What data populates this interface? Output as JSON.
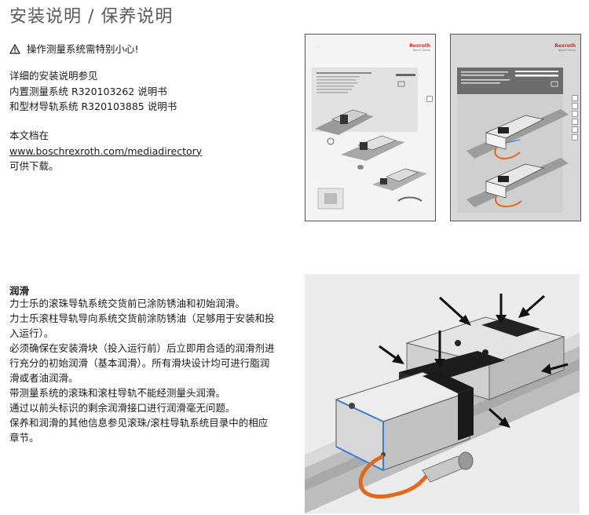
{
  "page": {
    "title": "安装说明 / 保养说明",
    "warning_text": "操作测量系统需特别小心!",
    "install_lines": [
      "详细的安装说明参见",
      "内置测量系统 R320103262 说明书",
      "和型材导轨系统 R320103885 说明书"
    ],
    "download": {
      "line1": "本文档在",
      "link": "www.boschrexroth.com/mediadirectory",
      "line3": "可供下载。"
    },
    "lubrication": {
      "heading": "润滑",
      "lines": [
        "力士乐的滚珠导轨系统交货前已涂防锈油和初始润滑。",
        "力士乐滚柱导轨导向系统交货前涂防锈油（足够用于安装和投",
        "入运行）。",
        "必须确保在安装滑块（投入运行前）后立即用合适的润滑剂进",
        "行充分的初始润滑（基本润滑）。所有滑块设计均可进行脂润",
        "滑或者油润滑。",
        "带测量系统的滚珠和滚柱导轨不能经测量头润滑。",
        "通过以前头标识的剩余润滑接口进行润滑毫无问题。",
        "保养和润滑的其他信息参见滚珠/滚柱导轨系统目录中的相应",
        "章节。"
      ]
    }
  },
  "colors": {
    "brand_red": "#d52b1e",
    "accent_blue": "#3a7bd5",
    "cable_orange": "#e06a1b"
  },
  "icons": {
    "warning": "warning-triangle-icon",
    "arrow": "arrow-icon"
  }
}
